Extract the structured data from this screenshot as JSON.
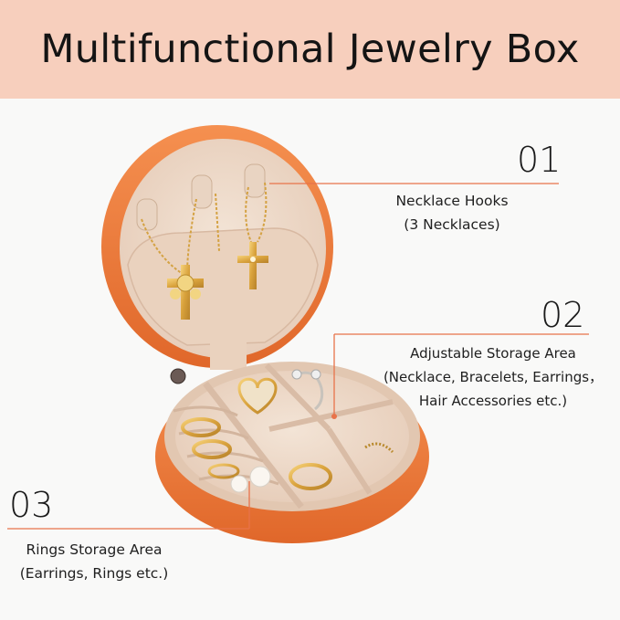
{
  "title": "Multifunctional Jewelry Box",
  "colors": {
    "banner": "#f7cfbd",
    "background": "#f9f9f8",
    "case_orange": "#f0803f",
    "lining": "#efdccb",
    "callout_line": "#e8734a"
  },
  "callouts": [
    {
      "number": "01",
      "lines": [
        "Necklace Hooks",
        "(3 Necklaces)"
      ]
    },
    {
      "number": "02",
      "lines": [
        "Adjustable Storage Area",
        "(Necklace, Bracelets, Earrings，",
        "Hair Accessories etc.)"
      ]
    },
    {
      "number": "03",
      "lines": [
        "Rings Storage Area",
        "(Earrings, Rings  etc.)"
      ]
    }
  ]
}
